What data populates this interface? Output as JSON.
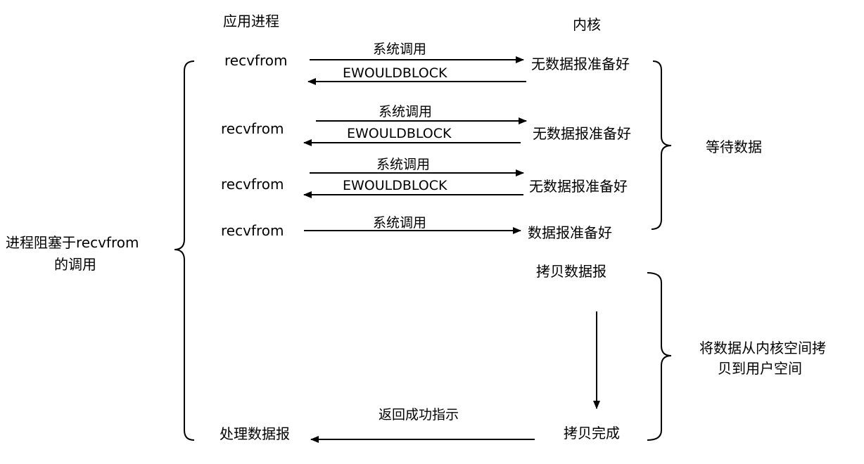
{
  "columns": {
    "app_process": "应用进程",
    "kernel": "内核"
  },
  "rows": [
    {
      "call": "recvfrom",
      "syscall": "系统调用",
      "reply": "EWOULDBLOCK",
      "kernel_state": "无数据报准备好"
    },
    {
      "call": "recvfrom",
      "syscall": "系统调用",
      "reply": "EWOULDBLOCK",
      "kernel_state": "无数据报准备好"
    },
    {
      "call": "recvfrom",
      "syscall": "系统调用",
      "reply": "EWOULDBLOCK",
      "kernel_state": "无数据报准备好"
    },
    {
      "call": "recvfrom",
      "syscall": "系统调用",
      "kernel_state": "数据报准备好"
    }
  ],
  "copy": {
    "start": "拷贝数据报",
    "done": "拷贝完成",
    "return_label": "返回成功指示",
    "process_label": "处理数据报"
  },
  "braces": {
    "left_line1": "进程阻塞于recvfrom",
    "left_line2": "的调用",
    "wait_label": "等待数据",
    "copy_line1": "将数据从内核空间拷",
    "copy_line2": "贝到用户空间"
  }
}
